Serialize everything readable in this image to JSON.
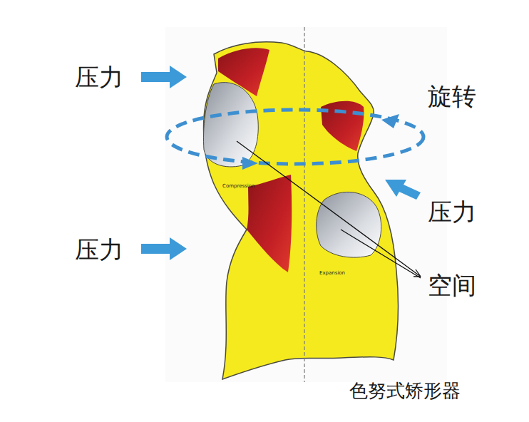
{
  "diagram": {
    "caption": "色努式矫形器",
    "labels": [
      "压力",
      "旋转",
      "Compression",
      "压力",
      "压力",
      "Expansion",
      "空间"
    ]
  }
}
